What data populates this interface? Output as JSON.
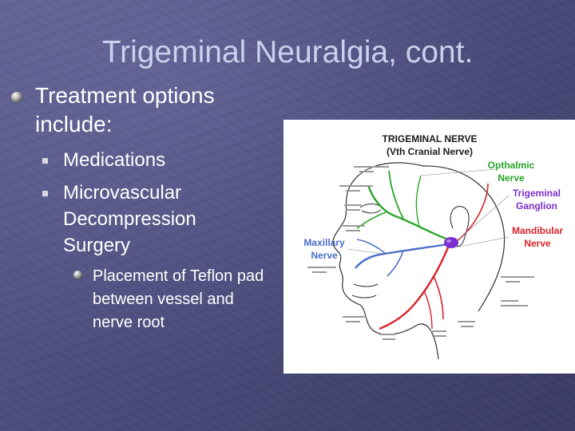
{
  "slide": {
    "title": "Trigeminal Neuralgia, cont.",
    "bullet_main": "Treatment options include:",
    "sub_bullets": [
      "Medications",
      "Microvascular Decompression Surgery"
    ],
    "sub_sub_bullet": "Placement of Teflon pad between vessel and nerve root"
  },
  "figure": {
    "title_line1": "TRIGEMINAL NERVE",
    "title_line2": "(Vth Cranial Nerve)",
    "labels": {
      "opthalmic": "Opthalmic Nerve",
      "trigeminal_ganglion": "Trigeminal Ganglion",
      "mandibular": "Mandibular Nerve",
      "maxillary": "Maxillary Nerve"
    },
    "colors": {
      "opthalmic": "#2aa52a",
      "trigeminal_ganglion": "#7b2fd0",
      "mandibular": "#d8232a",
      "maxillary": "#4a6fc8"
    }
  },
  "theme": {
    "background": "#4d4d7c",
    "title_color": "#c8d2ec",
    "text_color": "#ffffff"
  }
}
